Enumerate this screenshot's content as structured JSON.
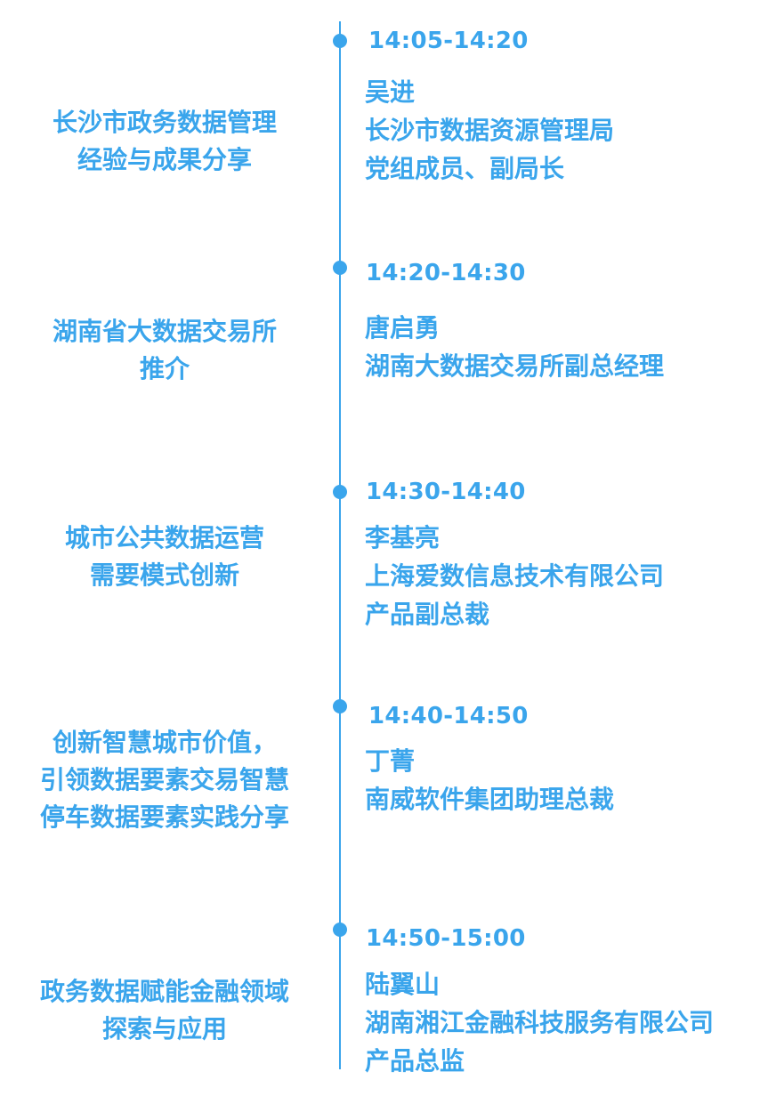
{
  "theme": {
    "accent": "#3aa5ec",
    "background": "#ffffff"
  },
  "sessions": [
    {
      "time": "14:05-14:20",
      "topic": [
        "长沙市政务数据管理",
        "经验与成果分享"
      ],
      "speaker": [
        "吴进",
        "长沙市数据资源管理局",
        "党组成员、副局长"
      ]
    },
    {
      "time": "14:20-14:30",
      "topic": [
        "湖南省大数据交易所",
        "推介"
      ],
      "speaker": [
        "唐启勇",
        "湖南大数据交易所副总经理"
      ]
    },
    {
      "time": "14:30-14:40",
      "topic": [
        "城市公共数据运营",
        "需要模式创新"
      ],
      "speaker": [
        "李基亮",
        "上海爱数信息技术有限公司",
        "产品副总裁"
      ]
    },
    {
      "time": "14:40-14:50",
      "topic": [
        "创新智慧城市价值，",
        "引领数据要素交易智慧",
        "停车数据要素实践分享"
      ],
      "speaker": [
        "丁菁",
        "南威软件集团助理总裁"
      ]
    },
    {
      "time": "14:50-15:00",
      "topic": [
        "政务数据赋能金融领域",
        "探索与应用"
      ],
      "speaker": [
        "陆翼山",
        "湖南湘江金融科技服务有限公司",
        "产品总监"
      ]
    }
  ]
}
